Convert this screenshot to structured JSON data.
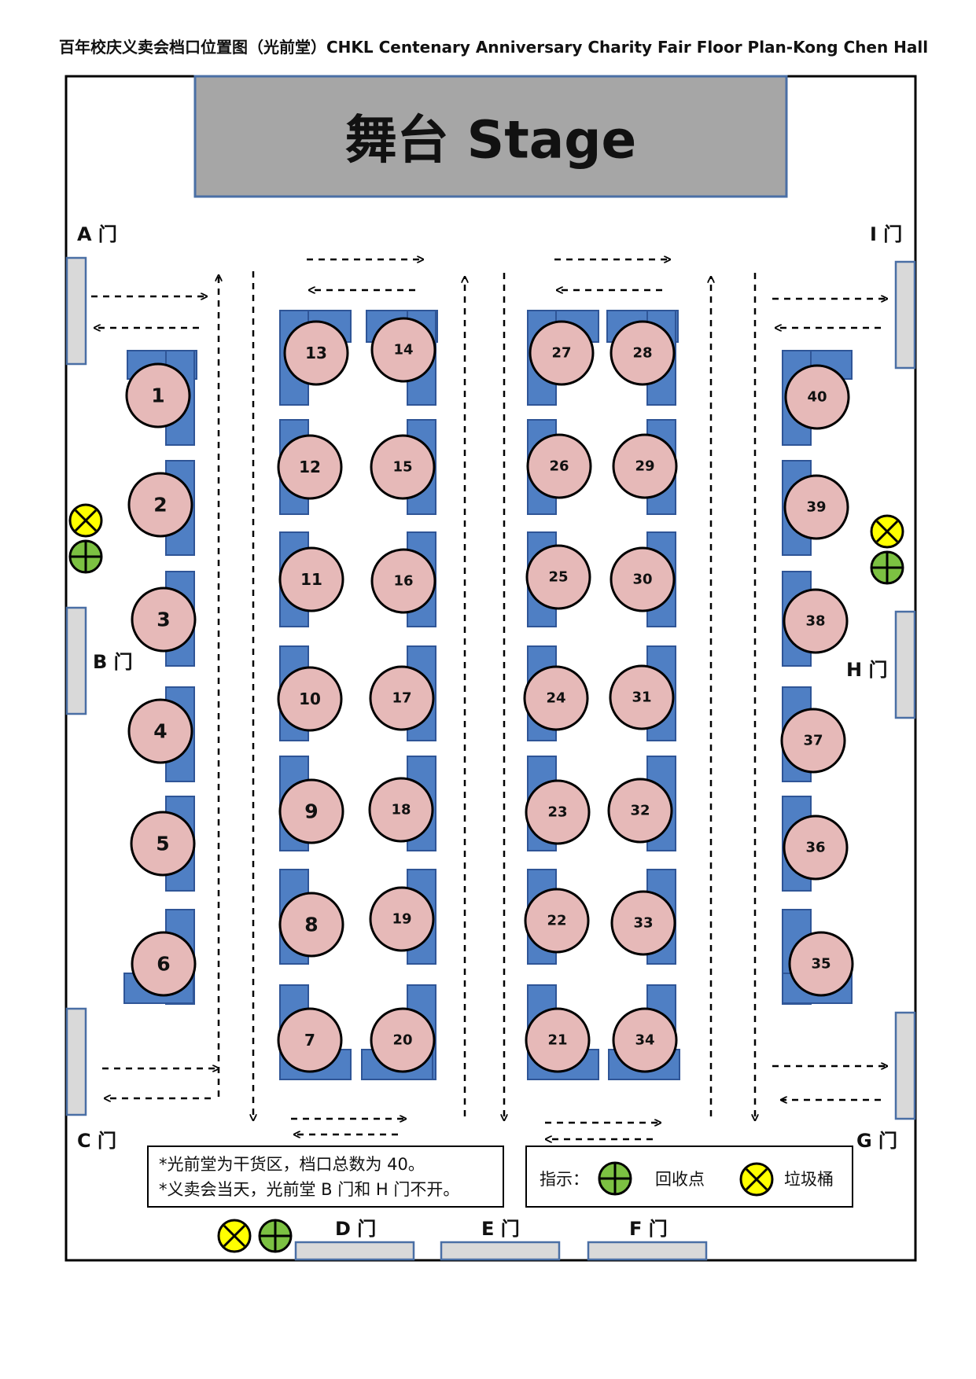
{
  "title": "百年校庆义卖会档口位置图（光前堂）CHKL Centenary Anniversary Charity Fair Floor Plan-Kong Chen Hall",
  "stage_label": "舞台 Stage",
  "doors": [
    {
      "id": "A",
      "label": "A 门"
    },
    {
      "id": "B",
      "label": "B 门"
    },
    {
      "id": "C",
      "label": "C 门"
    },
    {
      "id": "D",
      "label": "D 门"
    },
    {
      "id": "E",
      "label": "E 门"
    },
    {
      "id": "F",
      "label": "F 门"
    },
    {
      "id": "G",
      "label": "G 门"
    },
    {
      "id": "H",
      "label": "H 门"
    },
    {
      "id": "I",
      "label": "I 门"
    }
  ],
  "stalls": [
    "1",
    "2",
    "3",
    "4",
    "5",
    "6",
    "7",
    "8",
    "9",
    "10",
    "11",
    "12",
    "13",
    "14",
    "15",
    "16",
    "17",
    "18",
    "19",
    "20",
    "21",
    "22",
    "23",
    "24",
    "25",
    "26",
    "27",
    "28",
    "29",
    "30",
    "31",
    "32",
    "33",
    "34",
    "35",
    "36",
    "37",
    "38",
    "39",
    "40"
  ],
  "notes": {
    "line1": "*光前堂为干货区，档口总数为 40。",
    "line2": "*义卖会当天，光前堂 B 门和 H 门不开。"
  },
  "legend": {
    "prefix": "指示：",
    "recycle": "回收点",
    "trash": "垃圾桶"
  },
  "colors": {
    "table_blue": "#4f7fc4",
    "table_stroke": "#2f5597",
    "stall_pink": "#e6b9b8",
    "stage_gray": "#a6a6a6",
    "recycle_green": "#7cc142",
    "trash_yellow": "#ffff00",
    "door_gray": "#d9d9d9"
  },
  "icons": {
    "recycle": "plus-circle-icon",
    "trash": "x-circle-icon"
  }
}
